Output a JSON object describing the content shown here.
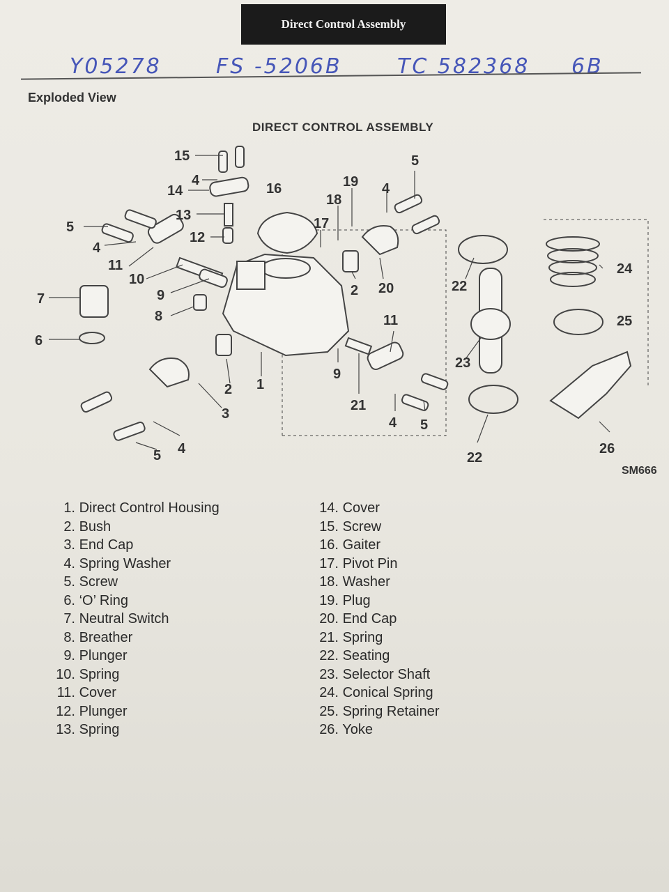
{
  "header": {
    "title": "Direct Control Assembly"
  },
  "handwritten": {
    "codes": [
      "Y05278",
      "FS -5206B",
      "TC 582368",
      "6B"
    ]
  },
  "section_title": "Exploded View",
  "diagram": {
    "title": "DIRECT CONTROL ASSEMBLY",
    "reference": "SM666",
    "callouts": [
      "1",
      "2",
      "2",
      "3",
      "4",
      "4",
      "4",
      "4",
      "5",
      "5",
      "5",
      "5",
      "6",
      "7",
      "8",
      "9",
      "9",
      "10",
      "11",
      "11",
      "12",
      "13",
      "14",
      "15",
      "16",
      "17",
      "18",
      "19",
      "20",
      "21",
      "22",
      "22",
      "23",
      "24",
      "25",
      "26"
    ]
  },
  "parts": [
    {
      "num": "1.",
      "name": "Direct Control Housing"
    },
    {
      "num": "2.",
      "name": "Bush"
    },
    {
      "num": "3.",
      "name": "End Cap"
    },
    {
      "num": "4.",
      "name": "Spring Washer"
    },
    {
      "num": "5.",
      "name": "Screw"
    },
    {
      "num": "6.",
      "name": "‘O’ Ring"
    },
    {
      "num": "7.",
      "name": "Neutral Switch"
    },
    {
      "num": "8.",
      "name": "Breather"
    },
    {
      "num": "9.",
      "name": "Plunger"
    },
    {
      "num": "10.",
      "name": "Spring"
    },
    {
      "num": "11.",
      "name": "Cover"
    },
    {
      "num": "12.",
      "name": "Plunger"
    },
    {
      "num": "13.",
      "name": "Spring"
    },
    {
      "num": "14.",
      "name": "Cover"
    },
    {
      "num": "15.",
      "name": "Screw"
    },
    {
      "num": "16.",
      "name": "Gaiter"
    },
    {
      "num": "17.",
      "name": "Pivot Pin"
    },
    {
      "num": "18.",
      "name": "Washer"
    },
    {
      "num": "19.",
      "name": "Plug"
    },
    {
      "num": "20.",
      "name": "End Cap"
    },
    {
      "num": "21.",
      "name": "Spring"
    },
    {
      "num": "22.",
      "name": "Seating"
    },
    {
      "num": "23.",
      "name": "Selector Shaft"
    },
    {
      "num": "24.",
      "name": "Conical Spring"
    },
    {
      "num": "25.",
      "name": "Spring Retainer"
    },
    {
      "num": "26.",
      "name": "Yoke"
    }
  ]
}
